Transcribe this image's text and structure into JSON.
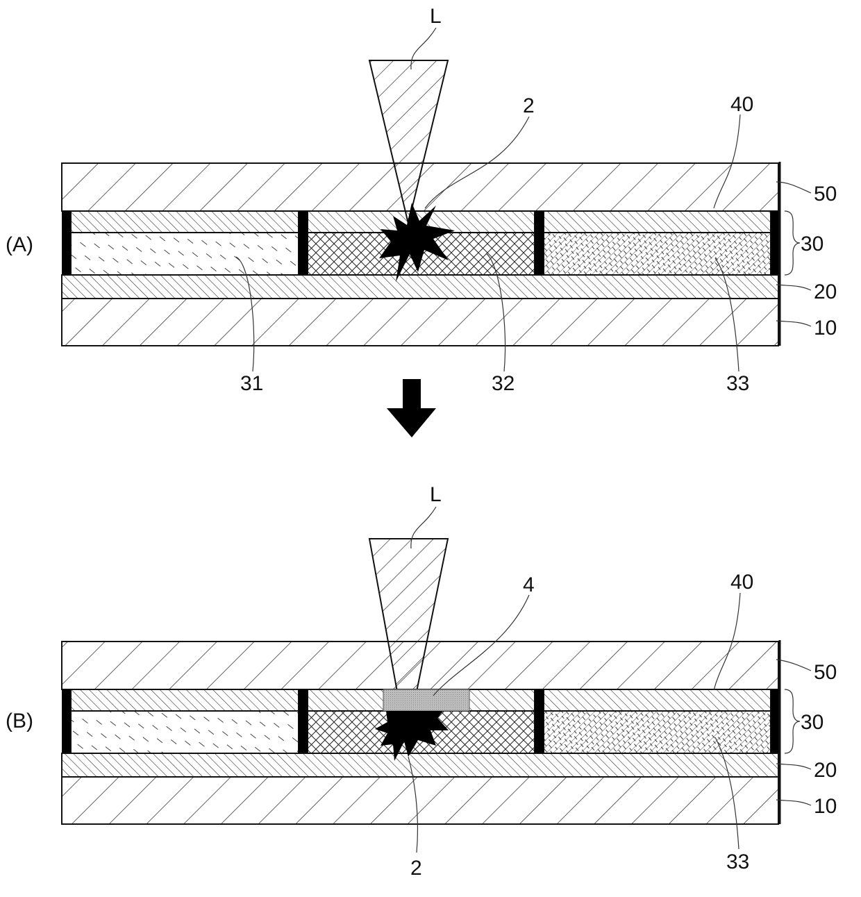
{
  "figure": {
    "panel_a": {
      "panel_label": "(A)",
      "beam_label": "L",
      "callouts": {
        "defect": "2",
        "layer_40": "40",
        "layer_50": "50",
        "group_30": "30",
        "layer_20": "20",
        "layer_10": "10",
        "sub_31": "31",
        "sub_32": "32",
        "sub_33": "33"
      }
    },
    "panel_b": {
      "panel_label": "(B)",
      "beam_label": "L",
      "callouts": {
        "repair": "4",
        "layer_40": "40",
        "layer_50": "50",
        "group_30": "30",
        "layer_20": "20",
        "layer_10": "10",
        "defect": "2",
        "sub_33": "33"
      }
    },
    "colors": {
      "line": "#111111",
      "defect_fill": "#000000",
      "repair_fill": "#bdbdbd",
      "background": "#ffffff"
    },
    "arrow_icon": "down-arrow-icon"
  }
}
